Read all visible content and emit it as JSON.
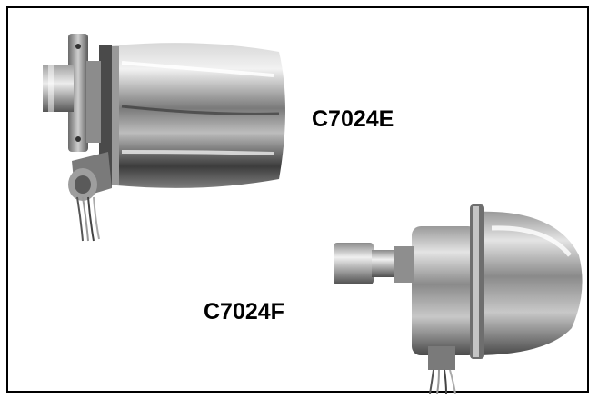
{
  "labels": {
    "top_model": "C7024E",
    "bottom_model": "C7024F"
  },
  "colors": {
    "frame": "#000000",
    "text": "#000000",
    "background": "#ffffff"
  },
  "images": {
    "top": "flame-detector-photo-c7024e",
    "bottom": "flame-detector-photo-c7024f"
  }
}
